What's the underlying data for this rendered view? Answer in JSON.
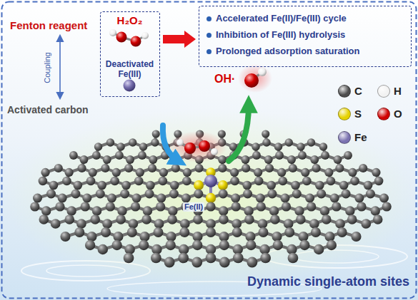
{
  "diagram": {
    "nodes": [
      {
        "text": [
          "H₂O₂",
          "Deactivated Fe(III)"
        ]
      },
      {
        "text": [
          "Accelerated Fe(II)/Fe(III) cycle",
          "Inhibition of Fe(III) hydrolysis",
          "Prolonged adsorption saturation"
        ]
      }
    ],
    "edges": [
      {
        "from": 0,
        "to": 1,
        "arrow": "to"
      }
    ],
    "labels": [
      "Fenton reagent",
      "Coupling",
      "Activated carbon",
      "OH·",
      "Fe(II)",
      "Dynamic single-atom sites"
    ],
    "legend": [
      {
        "text": "C",
        "color": "#4d4d4d"
      },
      {
        "text": "H",
        "color": "#f2f2f2"
      },
      {
        "text": "S",
        "color": "#e6d200"
      },
      {
        "text": "O",
        "color": "#d00000"
      },
      {
        "text": "Fe",
        "color": "#7a72b0"
      }
    ]
  }
}
